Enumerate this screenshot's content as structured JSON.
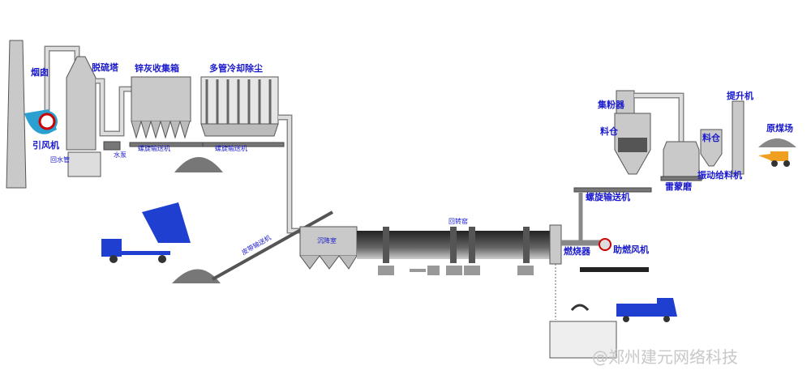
{
  "title": "回转窑生产工艺流程图",
  "labels": {
    "chimney": "烟囱",
    "induced_fan": "引风机",
    "desulfurization_tower": "脱硫塔",
    "return_pipe": "回水管",
    "water_pump": "水泵",
    "zinc_ash_box": "锌灰收集箱",
    "multi_tube_cooler": "多管冷却除尘",
    "screw_conveyor_1": "螺旋输送机",
    "screw_conveyor_2": "螺旋输送机",
    "belt_conveyor": "皮带输送机",
    "settling_chamber": "沉降室",
    "rotary_kiln": "回转窑",
    "burner": "燃烧器",
    "combustion_fan": "助燃风机",
    "screw_conveyor_3": "螺旋输送机",
    "powder_collector": "集粉器",
    "silo_1": "料仓",
    "raymond_mill": "雷蒙磨",
    "silo_2": "料仓",
    "vibrating_feeder": "振动给料机",
    "elevator": "提升机",
    "raw_coal_yard": "原煤场"
  },
  "watermark": "@郑州建元网络科技",
  "colors": {
    "label": "#1a1acc",
    "truck": "#1f3fd0",
    "loader": "#f0a020",
    "fan": "#2a9fd0"
  }
}
